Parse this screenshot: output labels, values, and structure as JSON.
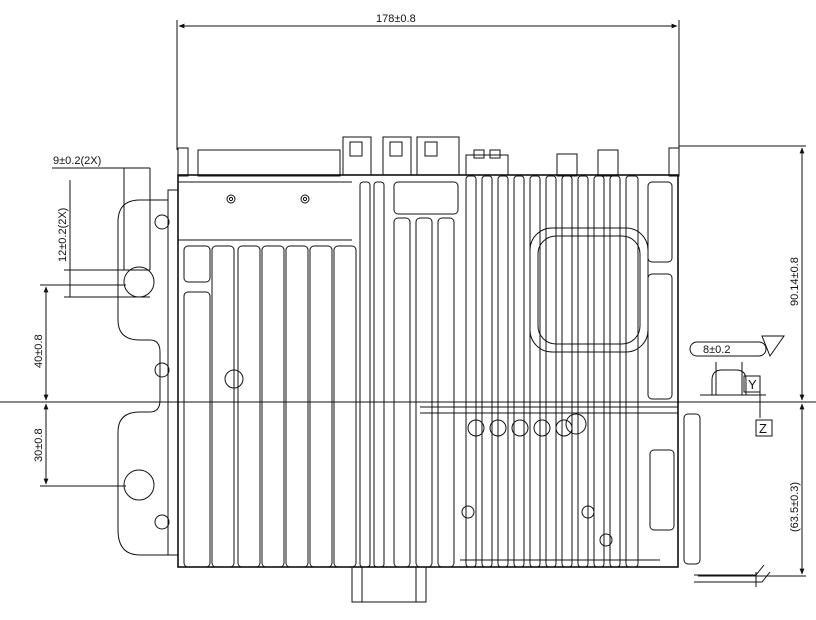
{
  "dimensions": {
    "overall_width": "178±0.8",
    "ear_width": "9±0.2(2X)",
    "slot_height": "12±0.2(2X)",
    "upper_offset": "40±0.8",
    "lower_offset": "30±0.8",
    "overall_height": "90.14±0.8",
    "flat_width": "8±0.2",
    "lower_height": "(63.5±0.3)"
  },
  "datums": {
    "y": "Y",
    "z": "Z"
  }
}
